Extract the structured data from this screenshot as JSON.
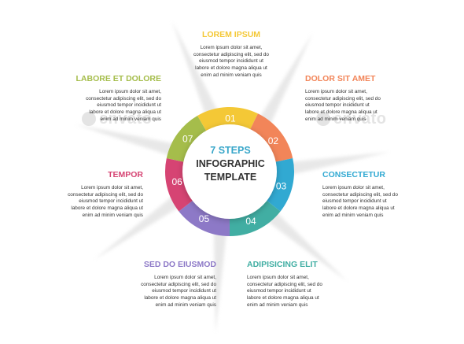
{
  "center": {
    "line1": "7 STEPS",
    "line2": "INFOGRAPHIC",
    "line3": "TEMPLATE",
    "line1_color": "#37a6c9",
    "text_color": "#333333"
  },
  "watermark": "envato",
  "steps": [
    {
      "number": "01",
      "title": "LOREM IPSUM",
      "color": "#f4c836",
      "text": "Lorem ipsum dolor sit amet,\nconsectetur adipiscing elit, sed do\neiusmod tempor incididunt ut\nlabore et dolore magna aliqua ut\nenim ad minim veniam quis"
    },
    {
      "number": "02",
      "title": "DOLOR SIT AMET",
      "color": "#f28559",
      "text": "Lorem ipsum dolor sit amet,\nconsectetur adipiscing elit, sed do\neiusmod tempor incididunt ut\nlabore et dolore magna aliqua ut\nenim ad minim veniam quis"
    },
    {
      "number": "03",
      "title": "CONSECTETUR",
      "color": "#31a9d2",
      "text": "Lorem ipsum dolor sit amet,\nconsectetur adipiscing elit, sed do\neiusmod tempor incididunt ut\nlabore et dolore magna aliqua ut\nenim ad minim veniam quis"
    },
    {
      "number": "04",
      "title": "ADIPISICING ELIT",
      "color": "#41aea3",
      "text": "Lorem ipsum dolor sit amet,\nconsectetur adipiscing elit, sed do\neiusmod tempor incididunt ut\nlabore et dolore magna aliqua ut\nenim ad minim veniam quis"
    },
    {
      "number": "05",
      "title": "SED DO EIUSMOD",
      "color": "#8d79c7",
      "text": "Lorem ipsum dolor sit amet,\nconsectetur adipiscing elit, sed do\neiusmod tempor incididunt ut\nlabore et dolore magna aliqua ut\nenim ad minim veniam quis"
    },
    {
      "number": "06",
      "title": "TEMPOR",
      "color": "#d64473",
      "text": "Lorem ipsum dolor sit amet,\nconsectetur adipiscing elit, sed do\neiusmod tempor incididunt ut\nlabore et dolore magna aliqua ut\nenim ad minim veniam quis"
    },
    {
      "number": "07",
      "title": "LABORE ET DOLORE",
      "color": "#a5bd4b",
      "text": "Lorem ipsum dolor sit amet,\nconsectetur adipiscing elit, sed do\neiusmod tempor incididunt ut\nlabore et dolore magna aliqua ut\nenim ad minim veniam quis"
    }
  ]
}
